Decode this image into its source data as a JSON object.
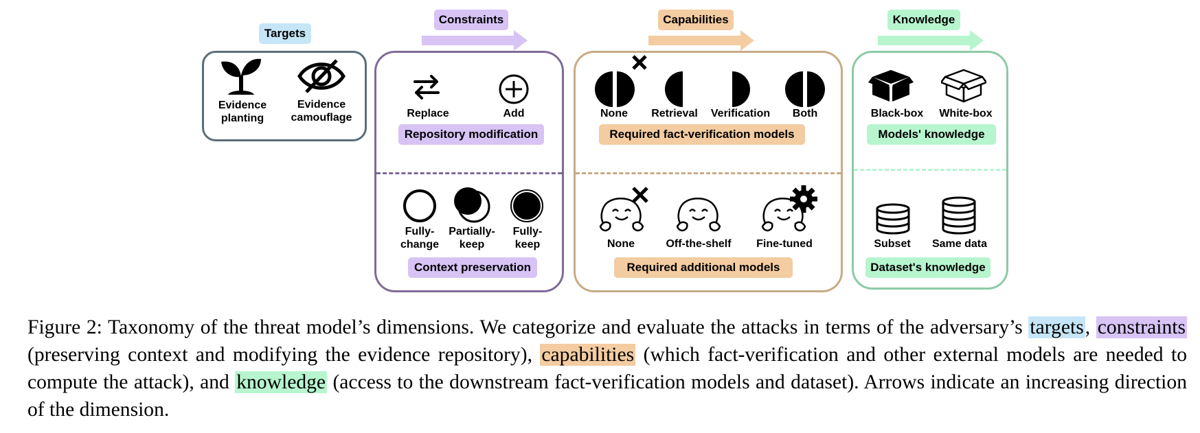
{
  "targets": {
    "title": "Targets",
    "items": [
      {
        "label_line1": "Evidence",
        "label_line2": "planting",
        "icon": "sprout-icon"
      },
      {
        "label_line1": "Evidence",
        "label_line2": "camouflage",
        "icon": "eye-slash-icon"
      }
    ]
  },
  "constraints": {
    "title": "Constraints",
    "top": {
      "items": [
        {
          "label": "Replace",
          "icon": "swap-arrows-icon"
        },
        {
          "label": "Add",
          "icon": "plus-circle-icon"
        }
      ],
      "section_label": "Repository modification"
    },
    "bottom": {
      "items": [
        {
          "label_line1": "Fully-",
          "label_line2": "change",
          "icon": "empty-circle-icon"
        },
        {
          "label_line1": "Partially-",
          "label_line2": "keep",
          "icon": "half-filled-circle-icon"
        },
        {
          "label_line1": "Fully-",
          "label_line2": "keep",
          "icon": "filled-circle-icon"
        }
      ],
      "section_label": "Context preservation"
    }
  },
  "capabilities": {
    "title": "Capabilities",
    "top": {
      "items": [
        {
          "label": "None",
          "icon": "split-circle-crossed-icon"
        },
        {
          "label": "Retrieval",
          "icon": "left-half-icon"
        },
        {
          "label": "Verification",
          "icon": "right-half-icon"
        },
        {
          "label": "Both",
          "icon": "split-circle-icon"
        }
      ],
      "section_label": "Required fact-verification models"
    },
    "bottom": {
      "items": [
        {
          "label": "None",
          "icon": "face-crossed-icon"
        },
        {
          "label": "Off-the-shelf",
          "icon": "face-icon"
        },
        {
          "label": "Fine-tuned",
          "icon": "face-gear-icon"
        }
      ],
      "section_label": "Required additional models"
    }
  },
  "knowledge": {
    "title": "Knowledge",
    "top": {
      "items": [
        {
          "label": "Black-box",
          "icon": "black-box-icon"
        },
        {
          "label": "White-box",
          "icon": "white-box-icon"
        }
      ],
      "section_label": "Models' knowledge"
    },
    "bottom": {
      "items": [
        {
          "label": "Subset",
          "icon": "database-small-icon"
        },
        {
          "label": "Same data",
          "icon": "database-icon"
        }
      ],
      "section_label": "Dataset's knowledge"
    }
  },
  "caption": {
    "prefix": "Figure 2: Taxonomy of the threat model’s dimensions. We categorize and evaluate the attacks in terms of the adversary’s ",
    "hl_targets": "targets",
    "sep1": ", ",
    "hl_constraints": "constraints",
    "mid1": " (preserving context and modifying the evidence repository), ",
    "hl_capabilities": "capabilities",
    "mid2": " (which fact-verification and other external models are needed to compute the attack), and ",
    "hl_knowledge": "knowledge",
    "suffix": " (access to the downstream fact-verification models and dataset). Arrows indicate an increasing direction of the dimension."
  },
  "colors": {
    "targets_tag": "#c6e6f7",
    "targets_border": "#5a6e78",
    "constraints_tag": "#d8c3f5",
    "constraints_border": "#7e6a98",
    "capabilities_tag": "#f3cca1",
    "capabilities_border": "#c8aa86",
    "knowledge_tag": "#b7f5cf",
    "knowledge_border": "#8ccaa5"
  }
}
